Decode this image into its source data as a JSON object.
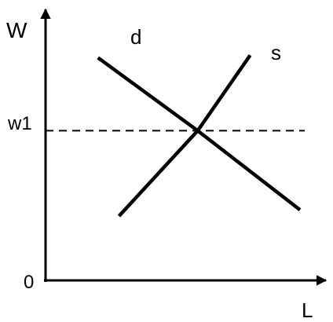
{
  "chart_data": {
    "type": "line",
    "title": "",
    "xlabel": "L",
    "ylabel": "W",
    "origin_label": "0",
    "xlim": [
      0,
      10
    ],
    "ylim": [
      0,
      10
    ],
    "grid": false,
    "legend": "none",
    "series": [
      {
        "name": "d",
        "color": "#000000",
        "points": [
          [
            2.0,
            9.0
          ],
          [
            5.8,
            6.05
          ],
          [
            9.7,
            2.85
          ]
        ]
      },
      {
        "name": "s",
        "color": "#000000",
        "points": [
          [
            2.8,
            2.6
          ],
          [
            5.8,
            6.05
          ],
          [
            7.8,
            9.1
          ]
        ]
      }
    ],
    "reference_lines": [
      {
        "orientation": "horizontal",
        "y": 6.05,
        "style": "dashed",
        "label": "w1"
      }
    ],
    "equilibrium": {
      "x": 5.8,
      "y": 6.05
    }
  }
}
